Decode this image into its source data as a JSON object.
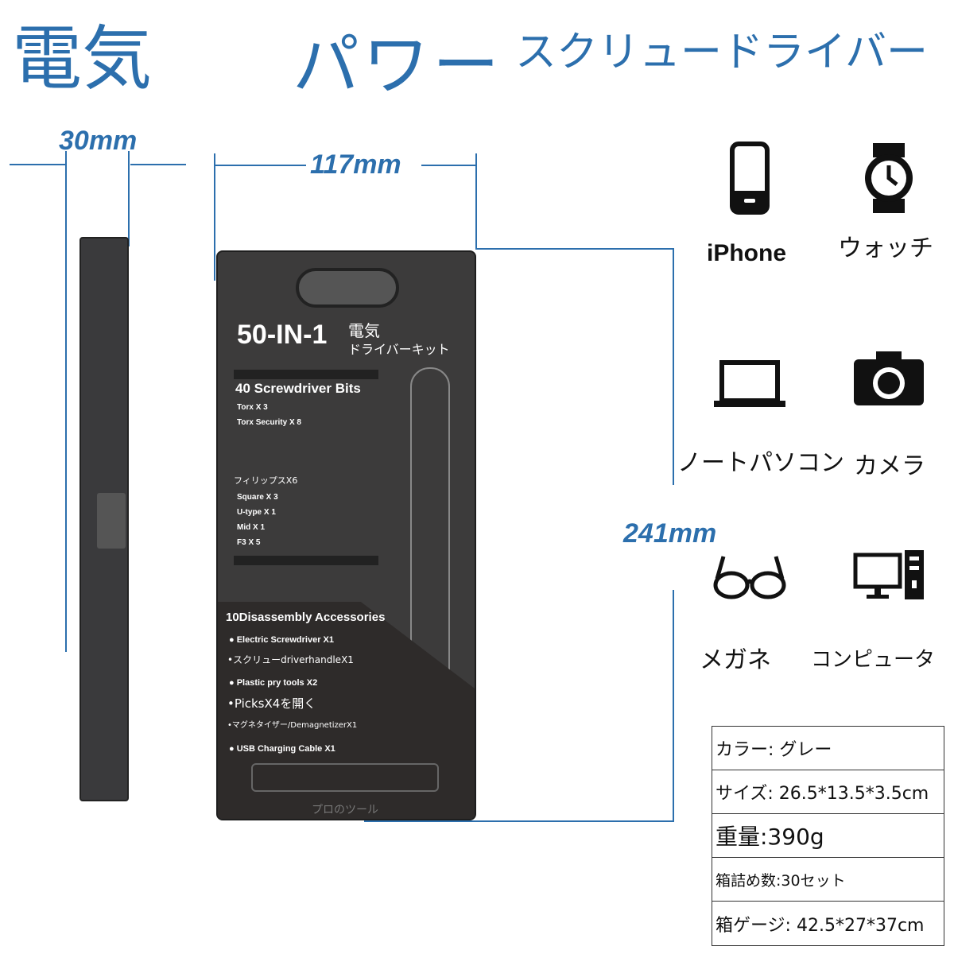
{
  "title": {
    "part1": "電気",
    "part2": "パワー",
    "part3": "スクリュードライバー"
  },
  "dimensions": {
    "depth": "30mm",
    "width": "117mm",
    "height": "241mm"
  },
  "package": {
    "headline": "50-IN-1",
    "sub1": "電気",
    "sub2": "ドライバーキット",
    "bits_title": "40 Screwdriver Bits",
    "bits": [
      "Torx X 3",
      "Torx Security X 8"
    ],
    "phillips": "フィリップスX6",
    "bits2": [
      "Square X 3",
      "U-type X 1",
      "Mid X 1",
      "F3 X 5"
    ],
    "acc_title": "10Disassembly Accessories",
    "accessories": [
      "Electric Screwdriver X1",
      "スクリューdriverhandleX1",
      "Plastic pry tools X2",
      "PicksX4を開く",
      "マグネタイザー/DemagnetizerX1",
      "USB Charging Cable X1"
    ],
    "footer": "プロのツール"
  },
  "devices": [
    {
      "label": "iPhone",
      "icon": "phone-icon"
    },
    {
      "label": "ウォッチ",
      "icon": "watch-icon"
    },
    {
      "label": "ノートパソコン",
      "icon": "laptop-icon"
    },
    {
      "label": "カメラ",
      "icon": "camera-icon"
    },
    {
      "label": "メガネ",
      "icon": "glasses-icon"
    },
    {
      "label": "コンピュータ",
      "icon": "computer-icon"
    }
  ],
  "specs": [
    "カラー: グレー",
    "サイズ: 26.5*13.5*3.5cm",
    "重量:390g",
    "箱詰め数:30セット",
    "箱ゲージ: 42.5*27*37cm"
  ],
  "colors": {
    "accent": "#2c6fad",
    "package": "#3c3b3b"
  }
}
